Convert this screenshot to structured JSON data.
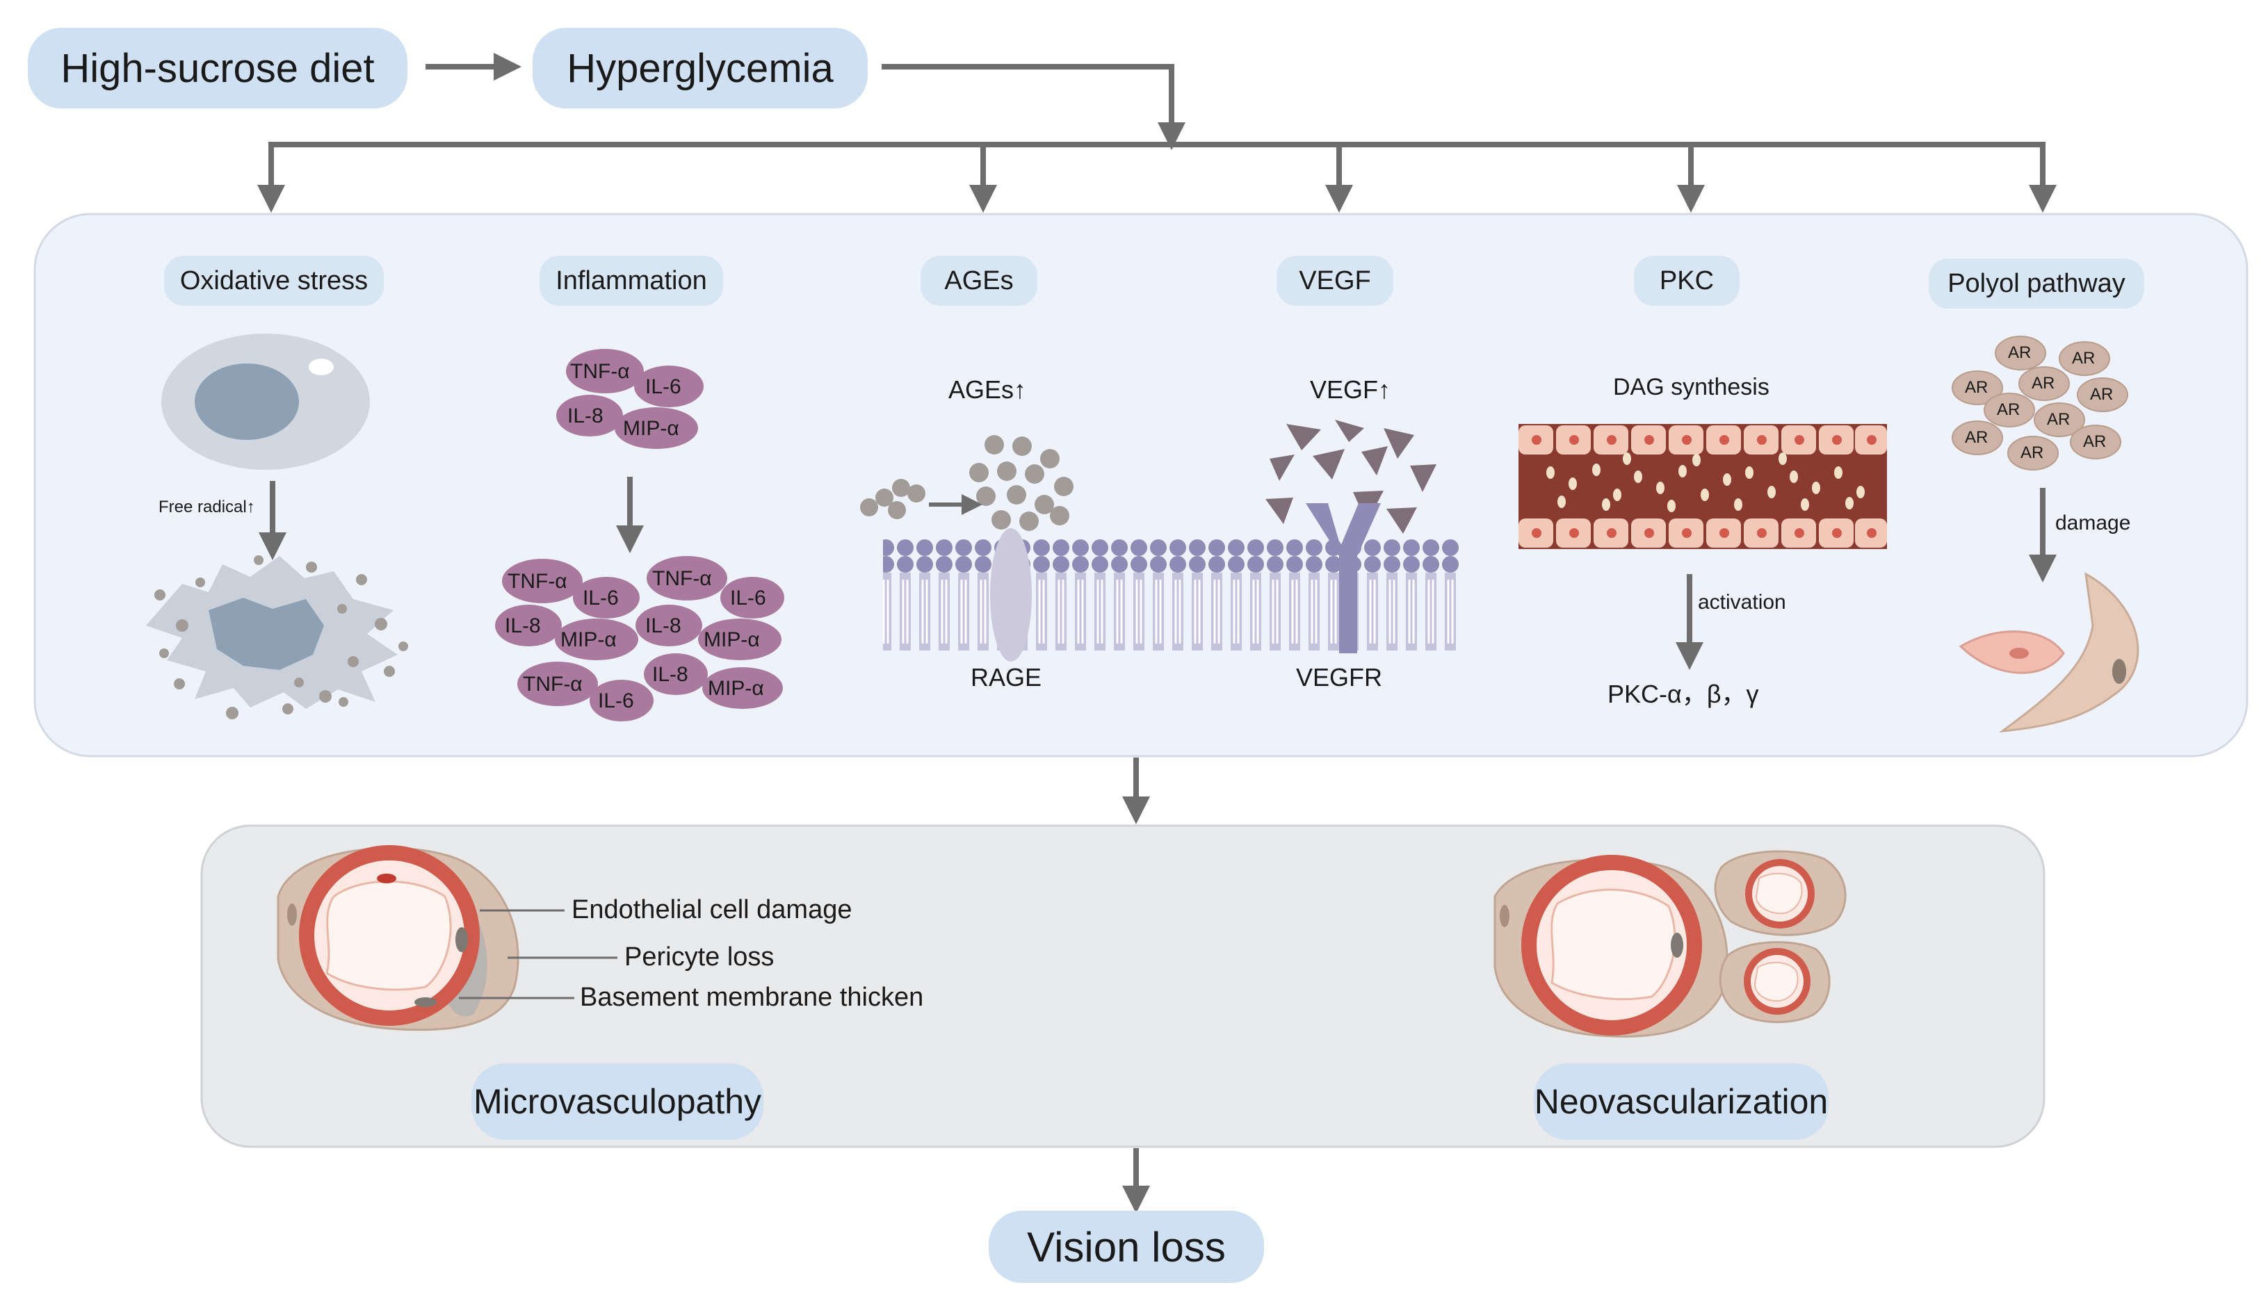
{
  "top": {
    "cause": "High-sucrose diet",
    "state": "Hyperglycemia"
  },
  "mechanisms": [
    {
      "id": "oxidative",
      "title": "Oxidative stress",
      "detail": "Free radical"
    },
    {
      "id": "inflammation",
      "title": "Inflammation",
      "cytokines_before": [
        "TNF-α",
        "IL-6",
        "IL-8",
        "MIP-α"
      ],
      "cytokines_after": [
        "TNF-α",
        "IL-6",
        "TNF-α",
        "IL-6",
        "IL-8",
        "MIP-α",
        "IL-8",
        "MIP-α",
        "TNF-α",
        "IL-6",
        "IL-8",
        "MIP-α"
      ]
    },
    {
      "id": "ages",
      "title": "AGEs",
      "detail": "AGEs",
      "receptor": "RAGE"
    },
    {
      "id": "vegf",
      "title": "VEGF",
      "detail": "VEGF",
      "receptor": "VEGFR"
    },
    {
      "id": "pkc",
      "title": "PKC",
      "detail": "DAG synthesis",
      "step": "activation",
      "result": "PKC-α，β，γ"
    },
    {
      "id": "polyol",
      "title": "Polyol pathway",
      "enzyme": "AR",
      "step": "damage"
    }
  ],
  "outcomes": {
    "micro": {
      "title": "Microvasculopathy",
      "labels": [
        "Endothelial cell damage",
        "Pericyte loss",
        "Basement membrane thicken"
      ]
    },
    "neo": {
      "title": "Neovascularization"
    }
  },
  "final": "Vision loss",
  "up_arrow": "↑",
  "colors": {
    "pill": "#cfe0f3",
    "arrow": "#6d6d6d",
    "top_panel": "#eef3fb",
    "bottom_panel": "#e9eaec",
    "cytokine": "#a97a9e",
    "membrane": "#8f8ab6",
    "vessel_red": "#cf5b4d",
    "age_particle": "#a29c98"
  }
}
